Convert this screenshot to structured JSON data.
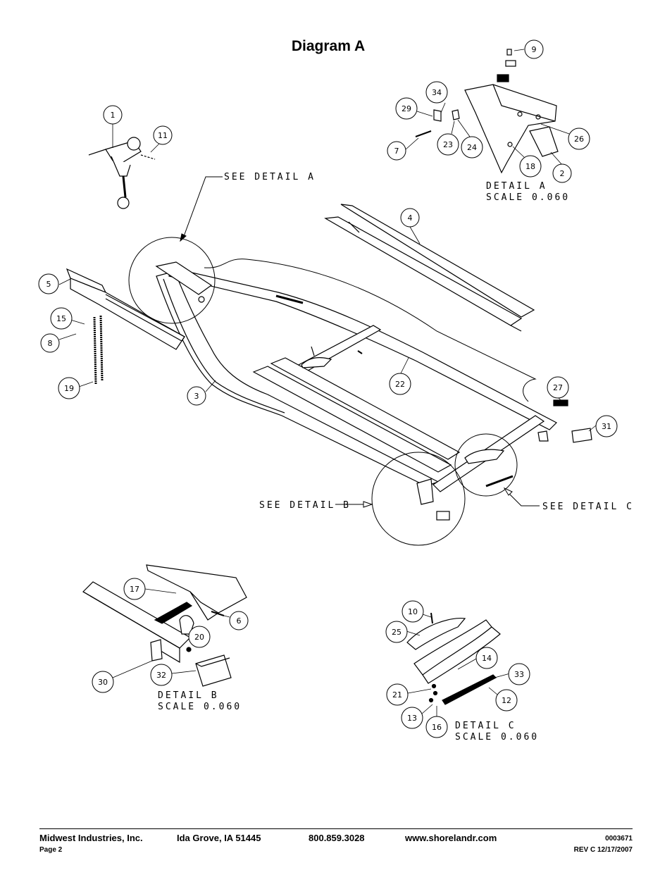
{
  "title": "Diagram A",
  "callouts": {
    "c1": "1",
    "c2": "2",
    "c3": "3",
    "c4": "4",
    "c5": "5",
    "c6": "6",
    "c7": "7",
    "c8": "8",
    "c9": "9",
    "c10": "10",
    "c11": "11",
    "c12": "12",
    "c13": "13",
    "c14": "14",
    "c15": "15",
    "c16": "16",
    "c17": "17",
    "c18": "18",
    "c19": "19",
    "c20": "20",
    "c21": "21",
    "c22": "22",
    "c23": "23",
    "c24": "24",
    "c25": "25",
    "c26": "26",
    "c27": "27",
    "c29": "29",
    "c30": "30",
    "c31": "31",
    "c32": "32",
    "c33": "33",
    "c34": "34"
  },
  "detail_refs": {
    "see_a": "SEE DETAIL  A",
    "see_b": "SEE DETAIL  B",
    "see_c": "SEE DETAIL  C"
  },
  "detail_labels": {
    "a_name": "DETAIL  A",
    "a_scale": "SCALE  0.060",
    "b_name": "DETAIL  B",
    "b_scale": "SCALE  0.060",
    "c_name": "DETAIL  C",
    "c_scale": "SCALE  0.060"
  },
  "footer": {
    "company": "Midwest Industries, Inc.",
    "location": "Ida Grove, IA  51445",
    "phone": "800.859.3028",
    "website": "www.shorelandr.com",
    "doc_number": "0003671",
    "page": "Page 2",
    "revision": "REV C  12/17/2007"
  }
}
